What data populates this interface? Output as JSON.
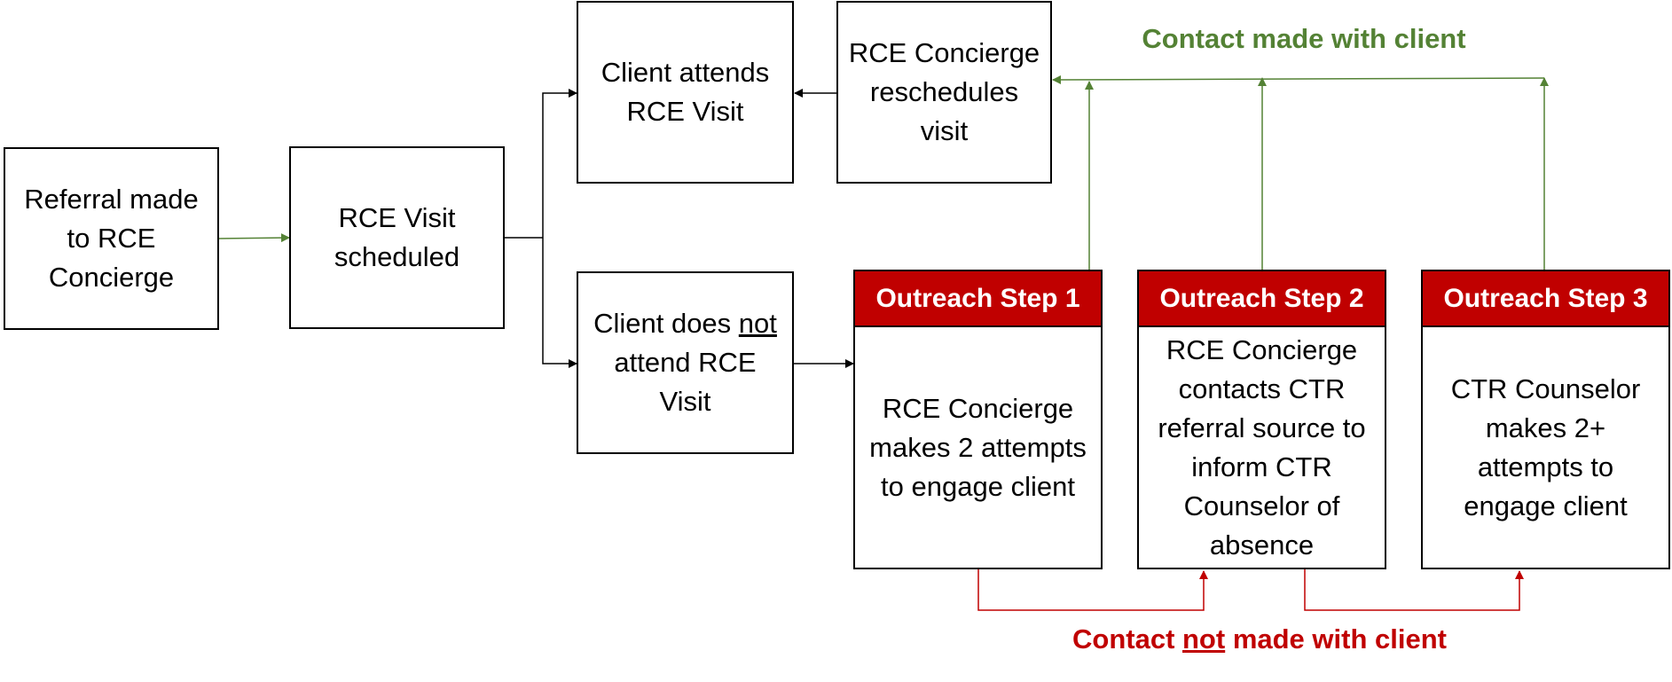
{
  "colors": {
    "green": "#548235",
    "red": "#c00000",
    "black": "#000000"
  },
  "boxes": {
    "referral": "Referral made to RCE Concierge",
    "scheduled": "RCE Visit scheduled",
    "attends": "Client attends RCE Visit",
    "reschedules": "RCE Concierge reschedules visit",
    "not_attend_pre": "Client does",
    "not_attend_not": "not",
    "not_attend_post": "attend RCE Visit"
  },
  "steps": [
    {
      "title": "Outreach Step 1",
      "body": "RCE Concierge makes 2 attempts to engage client"
    },
    {
      "title": "Outreach Step 2",
      "body": "RCE Concierge contacts CTR referral source to inform CTR Counselor of absence"
    },
    {
      "title": "Outreach Step 3",
      "body": "CTR Counselor makes 2+ attempts to engage client"
    }
  ],
  "labels": {
    "contact_made": "Contact made with client",
    "not_made_pre": "Contact ",
    "not_made_not": "not",
    "not_made_post": " made with client"
  }
}
